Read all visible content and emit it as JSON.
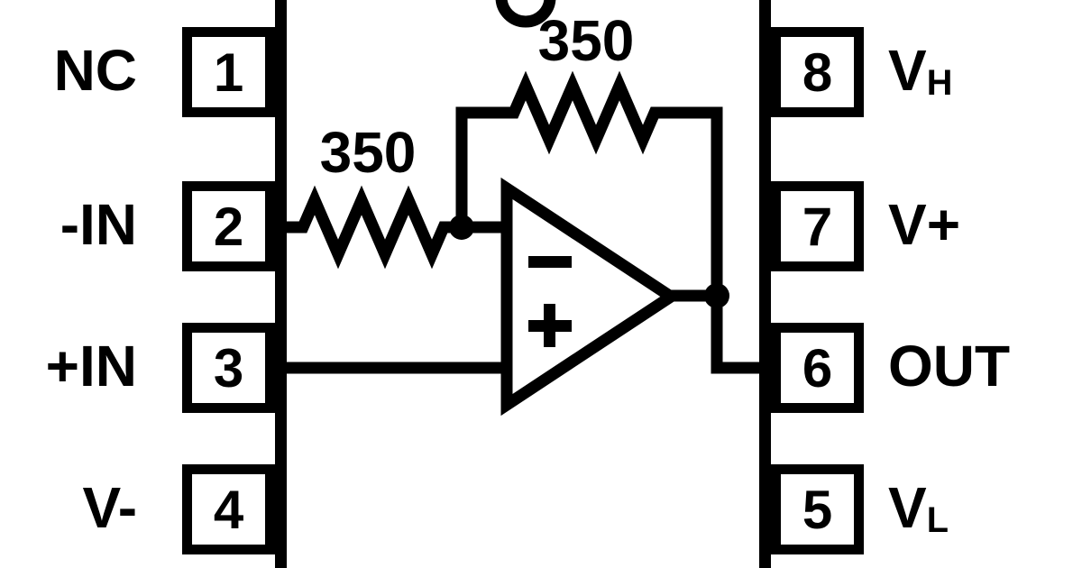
{
  "colors": {
    "line": "#000000",
    "background": "#ffffff"
  },
  "ic": {
    "left_pins": [
      {
        "number": "1",
        "label": "NC"
      },
      {
        "number": "2",
        "label": "-IN"
      },
      {
        "number": "3",
        "label": "+IN"
      },
      {
        "number": "4",
        "label": "V-"
      }
    ],
    "right_pins": [
      {
        "number": "8",
        "label": "V",
        "sub": "H"
      },
      {
        "number": "7",
        "label": "V+",
        "sub": ""
      },
      {
        "number": "6",
        "label": "OUT",
        "sub": ""
      },
      {
        "number": "5",
        "label": "V",
        "sub": "L"
      }
    ]
  },
  "circuit": {
    "feedback_resistor_value": "350",
    "input_resistor_value": "350",
    "opamp_inverting_sign": "-",
    "opamp_noninverting_sign": "+"
  }
}
